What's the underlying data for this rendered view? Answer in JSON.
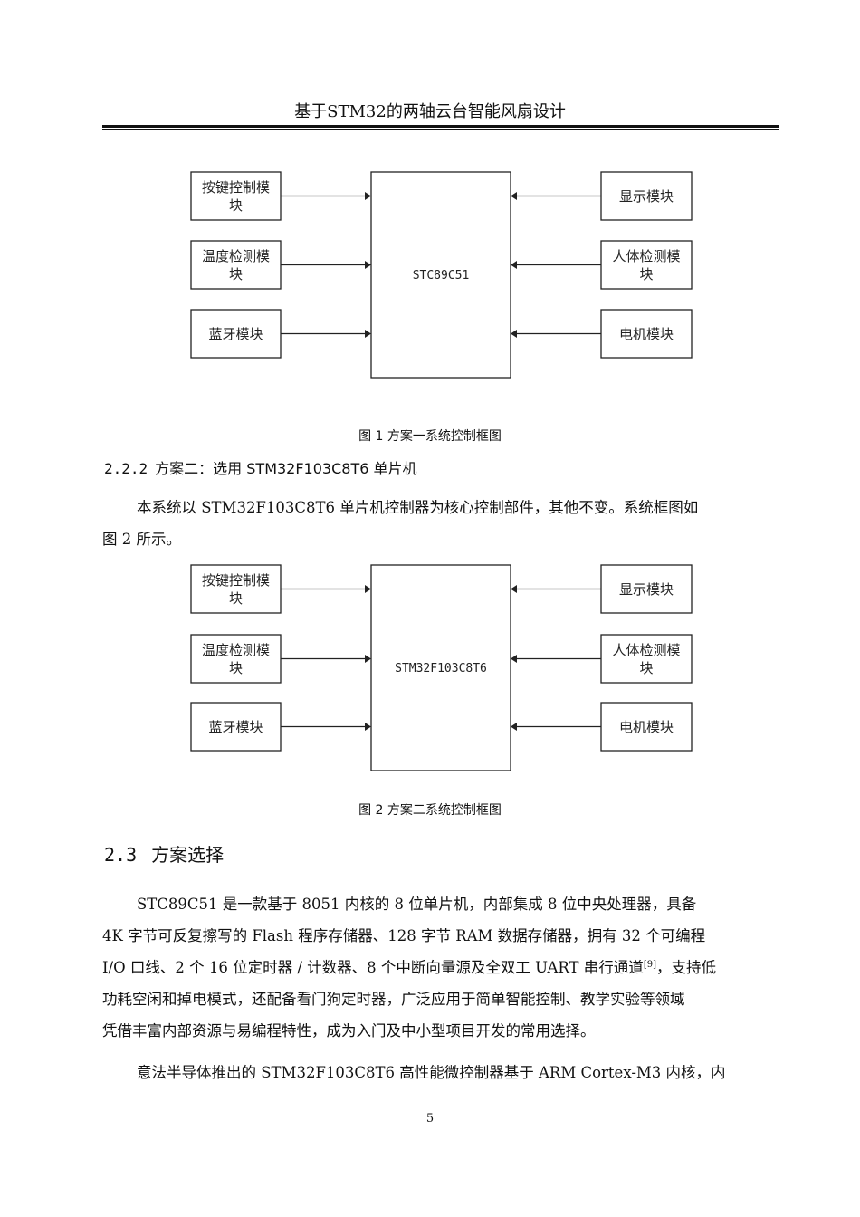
{
  "header": {
    "title": "基于STM32的两轴云台智能风扇设计"
  },
  "figure1": {
    "mcu_label": "STC89C51",
    "left_modules": [
      {
        "line1": "按键控制模",
        "line2": "块"
      },
      {
        "line1": "温度检测模",
        "line2": "块"
      },
      {
        "line1": "蓝牙模块",
        "line2": ""
      }
    ],
    "right_modules": [
      {
        "line1": "显示模块",
        "line2": ""
      },
      {
        "line1": "人体检测模",
        "line2": "块"
      },
      {
        "line1": "电机模块",
        "line2": ""
      }
    ],
    "caption": "图 1  方案一系统控制框图"
  },
  "subsection_2_2_2": {
    "number": "2.2.2",
    "title": "方案二：选用 STM32F103C8T6 单片机"
  },
  "para_scheme2": {
    "line1": "本系统以  STM32F103C8T6 单片机控制器为核心控制部件，其他不变。系统框图如",
    "line2": "图 2 所示。"
  },
  "figure2": {
    "mcu_label": "STM32F103C8T6",
    "left_modules": [
      {
        "line1": "按键控制模",
        "line2": "块"
      },
      {
        "line1": "温度检测模",
        "line2": "块"
      },
      {
        "line1": "蓝牙模块",
        "line2": ""
      }
    ],
    "right_modules": [
      {
        "line1": "显示模块",
        "line2": ""
      },
      {
        "line1": "人体检测模",
        "line2": "块"
      },
      {
        "line1": "电机模块",
        "line2": ""
      }
    ],
    "caption": "图 2  方案二系统控制框图"
  },
  "section_2_3": {
    "number": "2.3",
    "title": "方案选择"
  },
  "para_stc": {
    "line1": "STC89C51 是一款基于  8051 内核的  8 位单片机，内部集成  8 位中央处理器，具备",
    "line2": "4K 字节可反复擦写的  Flash 程序存储器、128 字节  RAM 数据存储器，拥有  32 个可编程",
    "line3a": "I/O 口线、2 个  16 位定时器  / 计数器、8 个中断向量源及全双工  UART 串行通道",
    "ref": "[9]",
    "line3b": "，支持低",
    "line4": "功耗空闲和掉电模式，还配备看门狗定时器，广泛应用于简单智能控制、教学实验等领域",
    "line5": "凭借丰富内部资源与易编程特性，成为入门及中小型项目开发的常用选择。"
  },
  "para_stm": {
    "line1": "意法半导体推出的  STM32F103C8T6 高性能微控制器基于  ARM Cortex-M3 内核，内"
  },
  "page_number": "5"
}
